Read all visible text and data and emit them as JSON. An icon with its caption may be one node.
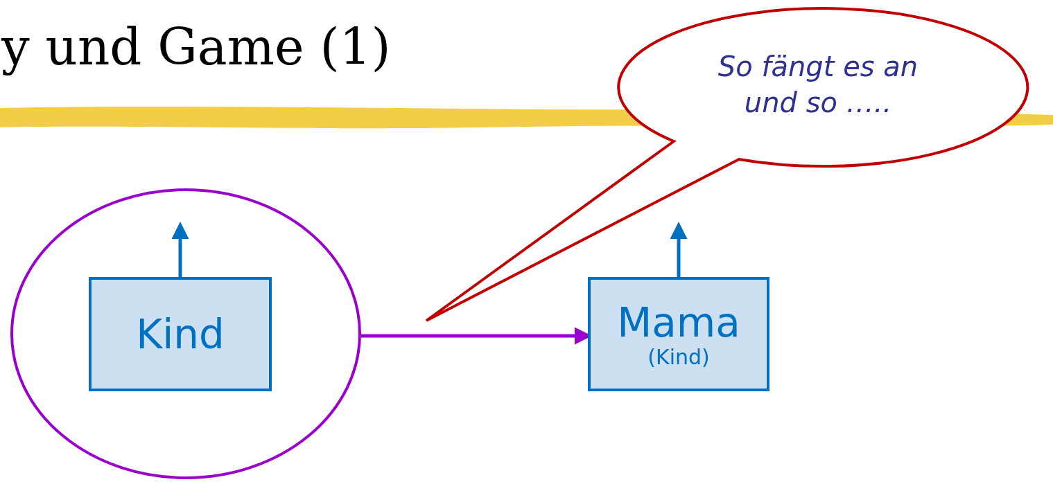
{
  "diagram": {
    "title": "y und Game (1)",
    "nodes": [
      {
        "text": [],
        "shape": "circle"
      },
      {
        "text": [
          "Kind"
        ],
        "in": 0
      },
      {
        "text": [
          "Mama",
          "(Kind)"
        ]
      },
      {
        "text": [
          "So fängt es an und so ….."
        ]
      }
    ],
    "edges": [
      {
        "from": 0,
        "to": 2,
        "arrow": "to",
        "color": "#9900cc"
      },
      {
        "from": 1,
        "to": null,
        "arrow": "to"
      },
      {
        "from": 2,
        "to": null,
        "arrow": "to"
      }
    ]
  }
}
